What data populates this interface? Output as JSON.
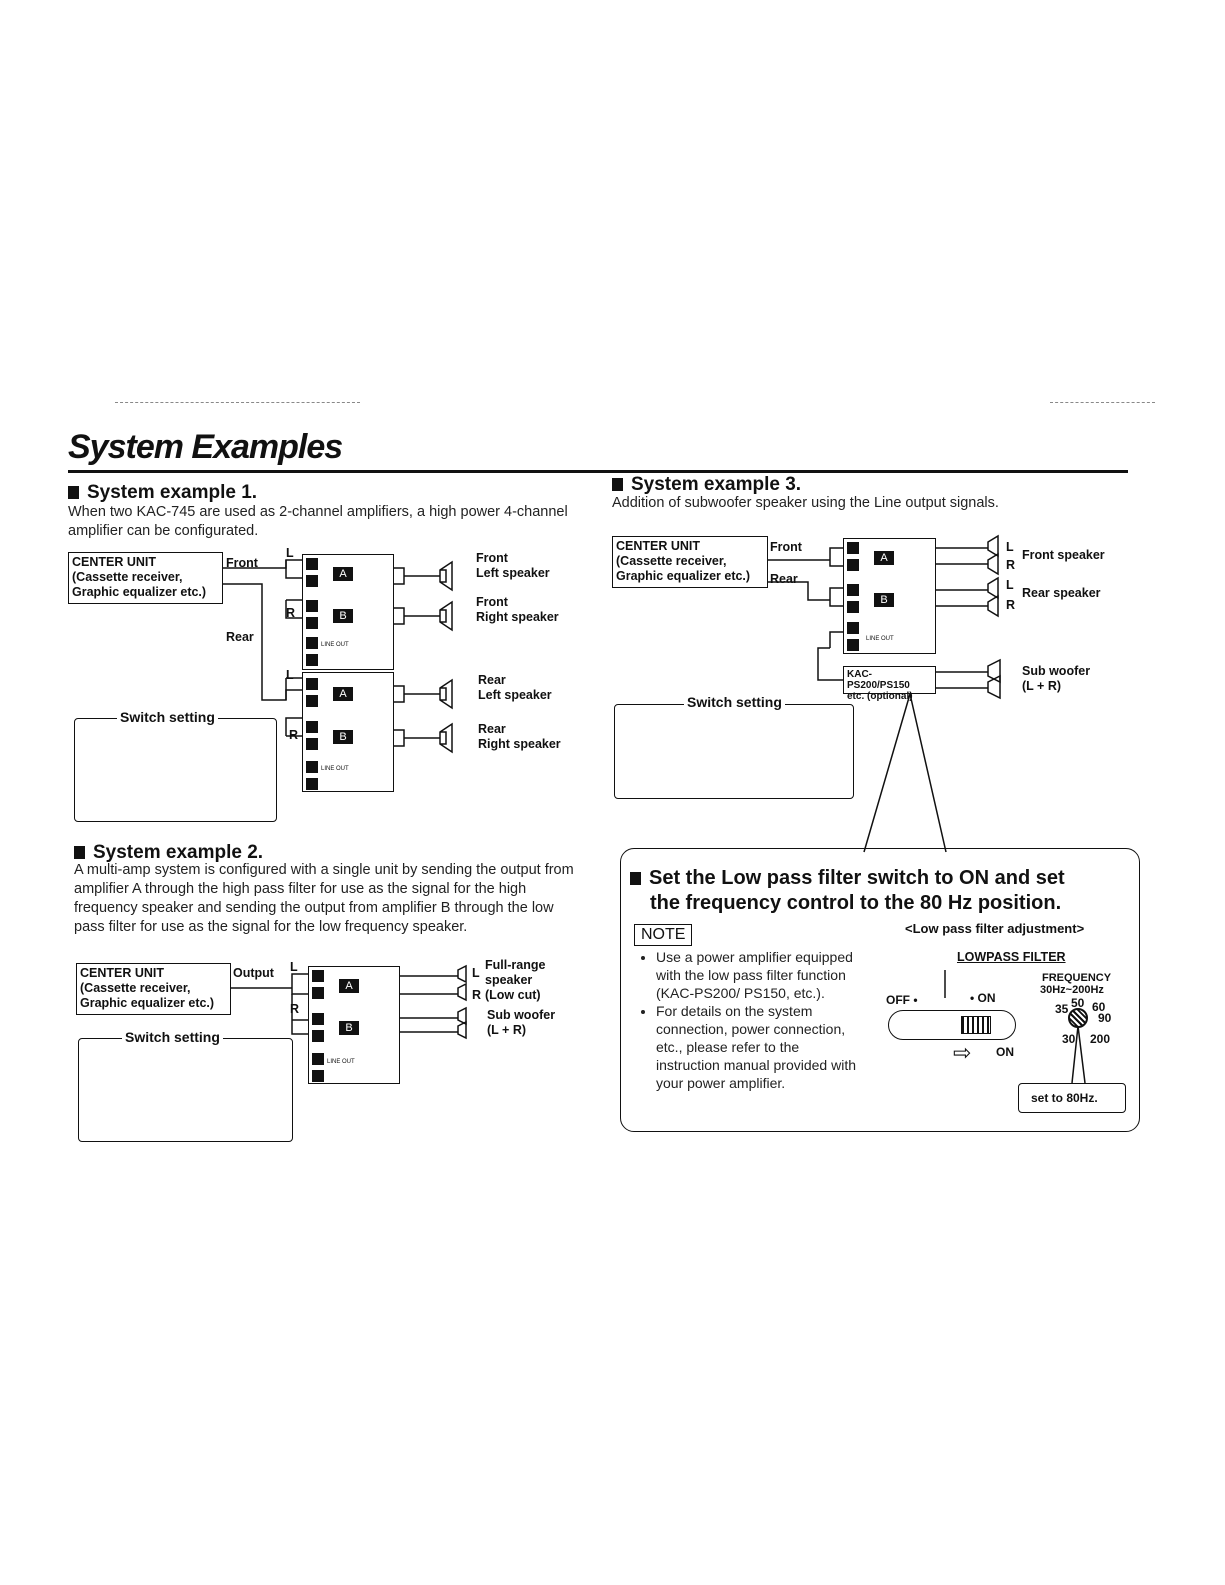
{
  "page": {
    "title": "System Examples"
  },
  "ex1": {
    "heading": "System example 1.",
    "description": "When two KAC-745 are used as 2-channel amplifiers, a high power 4-channel amplifier can be configurated.",
    "center_unit": [
      "CENTER UNIT",
      "(Cassette receiver,",
      "Graphic equalizer etc.)"
    ],
    "front_label": "Front",
    "rear_label": "Rear",
    "l_label": "L",
    "r_label": "R",
    "speakers": [
      {
        "line1": "Front",
        "line2": "Left speaker"
      },
      {
        "line1": "Front",
        "line2": "Right speaker"
      },
      {
        "line1": "Rear",
        "line2": "Left speaker"
      },
      {
        "line1": "Rear",
        "line2": "Right speaker"
      }
    ],
    "switch_setting": "Switch setting"
  },
  "ex2": {
    "heading": "System example 2.",
    "description": "A multi-amp system is configured with a single unit by sending the output from amplifier A through the high pass filter for use as the signal for the high frequency speaker and sending the output from amplifier B through the low pass filter for use as the signal for the low frequency speaker.",
    "center_unit": [
      "CENTER UNIT",
      "(Cassette receiver,",
      "Graphic equalizer etc.)"
    ],
    "output_label": "Output",
    "l_label": "L",
    "r_label": "R",
    "fullrange": [
      "Full-range",
      "speaker",
      "(Low cut)"
    ],
    "subwoofer": [
      "Sub woofer",
      "(L + R)"
    ],
    "switch_setting": "Switch setting"
  },
  "ex3": {
    "heading": "System example 3.",
    "description": "Addition of subwoofer speaker using the Line output signals.",
    "center_unit": [
      "CENTER UNIT",
      "(Cassette receiver,",
      "Graphic equalizer etc.)"
    ],
    "front_label": "Front",
    "rear_label": "Rear",
    "front_speaker": "Front speaker",
    "rear_speaker": "Rear speaker",
    "kac": [
      "KAC-PS200/PS150",
      "etc. (optional)"
    ],
    "subwoofer": [
      "Sub woofer",
      "(L + R)"
    ],
    "switch_setting": "Switch setting"
  },
  "lowpass": {
    "heading_line1": "Set the Low pass filter switch to ON and set",
    "heading_line2": "the frequency control to the 80 Hz position.",
    "note_label": "NOTE",
    "adjustment_title": "<Low pass filter adjustment>",
    "bullets": [
      "Use a power amplifier equipped with the low pass filter function (KAC-PS200/ PS150, etc.).",
      "For details on the system connection, power connection, etc., please refer to the instruction manual provided with your power amplifier."
    ],
    "lowpass_filter": "LOWPASS FILTER",
    "frequency": "FREQUENCY",
    "freq_range": "30Hz~200Hz",
    "off": "OFF •",
    "on_dot": "• ON",
    "on_arrow": "ON",
    "dial_marks": [
      "35",
      "50",
      "60",
      "90",
      "30",
      "200"
    ],
    "set_to": "set to 80Hz."
  },
  "amp_labels": {
    "a": "A",
    "b": "B",
    "l": "L",
    "r": "R",
    "line_out": "LINE OUT"
  }
}
